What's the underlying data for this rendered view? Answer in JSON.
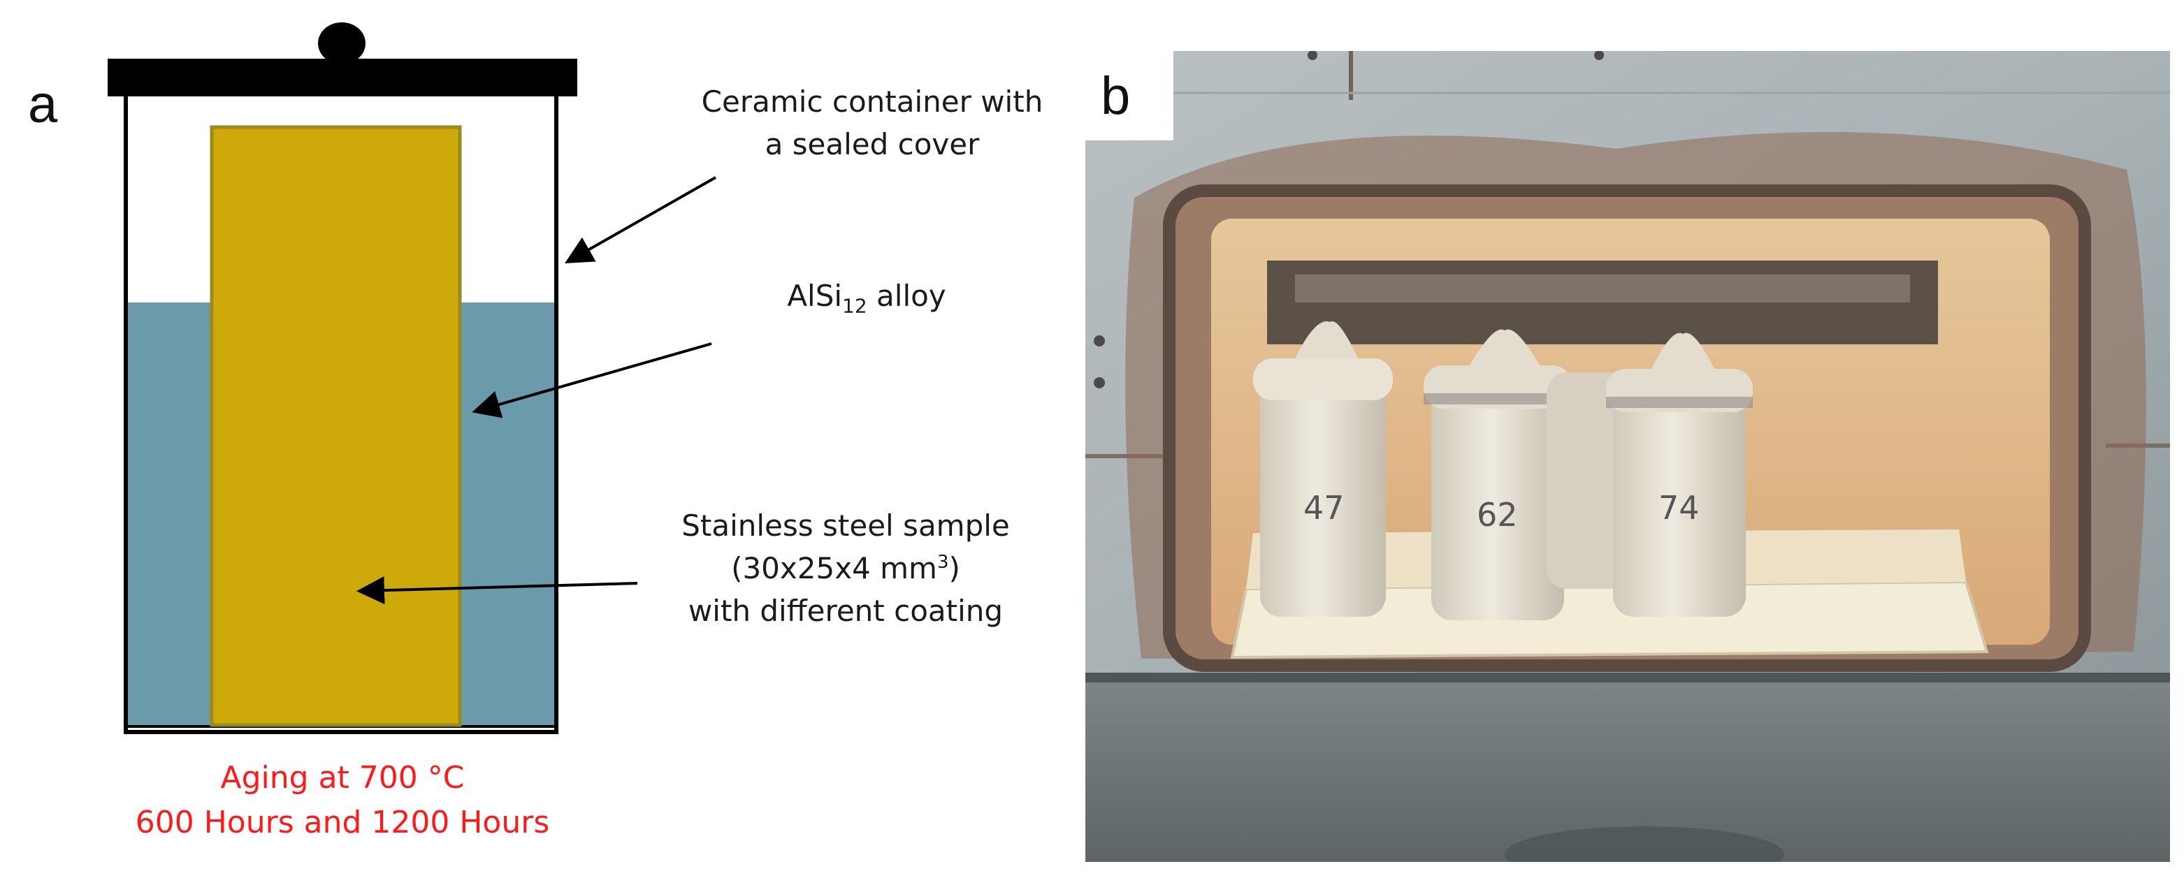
{
  "panel_a": {
    "label": "a",
    "container_note": {
      "line1": "Ceramic container with",
      "line2": "a sealed cover"
    },
    "alloy_note": {
      "prefix": "AlSi",
      "subscript": "12",
      "suffix": " alloy"
    },
    "sample_note": {
      "line1": "Stainless steel sample",
      "line2_prefix": "(30x25x4 mm",
      "line2_sup": "3",
      "line2_suffix": ")",
      "line3": "with different coating"
    },
    "caption": {
      "line1": "Aging at 700 °C",
      "line2": "600 Hours  and 1200 Hours",
      "color": "#ff1a1a"
    },
    "colors": {
      "lid": "#000000",
      "alloy": "#6b9aab",
      "sample": "#cdaa0a",
      "sample_edge": "#9a8a1c"
    }
  },
  "panel_b": {
    "label": "b",
    "jar_numbers": [
      "47",
      "62",
      "74"
    ]
  }
}
